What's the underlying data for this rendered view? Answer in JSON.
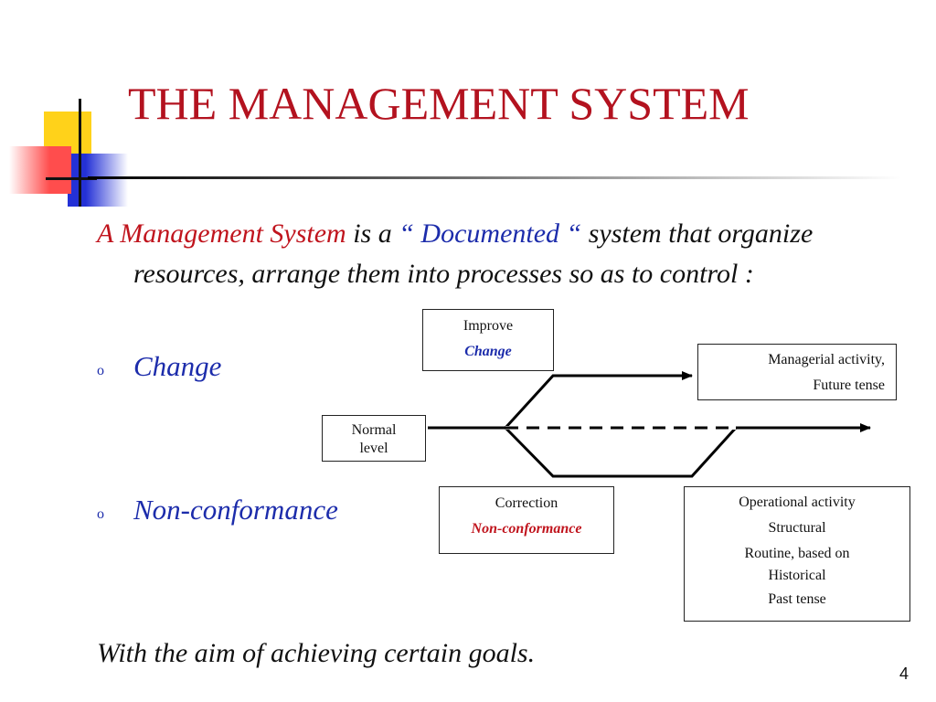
{
  "slide": {
    "title": "THE MANAGEMENT SYSTEM",
    "page_number": "4",
    "intro": {
      "part1": "A Management System",
      "part2": " is a ",
      "part3": "“ Documented “",
      "part4": " system that organize resources, arrange them into processes so as to control :"
    },
    "bullets": [
      {
        "marker": "o",
        "text": "Change"
      },
      {
        "marker": "o",
        "text": "Non-conformance"
      }
    ],
    "closing": "With the aim of achieving certain goals."
  },
  "diagram": {
    "improve_box": {
      "line1": "Improve",
      "line2": "Change"
    },
    "managerial_box": {
      "line1": "Managerial activity,",
      "line2": "Future tense"
    },
    "normal_box": {
      "line1": "Normal",
      "line2": "level"
    },
    "correction_box": {
      "line1": "Correction",
      "line2": "Non-conformance"
    },
    "operational_box": {
      "line1": "Operational activity",
      "line2": "Structural",
      "line3": "Routine, based on",
      "line4": "Historical",
      "line5": "Past tense"
    }
  },
  "colors": {
    "title": "#b3121f",
    "accent_red": "#c0141d",
    "accent_blue": "#1c2cab",
    "deco_yellow": "#ffd21a",
    "deco_red": "#ff4d4d",
    "deco_blue": "#2431d6"
  },
  "icons": {
    "logo": "overlapping-squares-icon"
  }
}
